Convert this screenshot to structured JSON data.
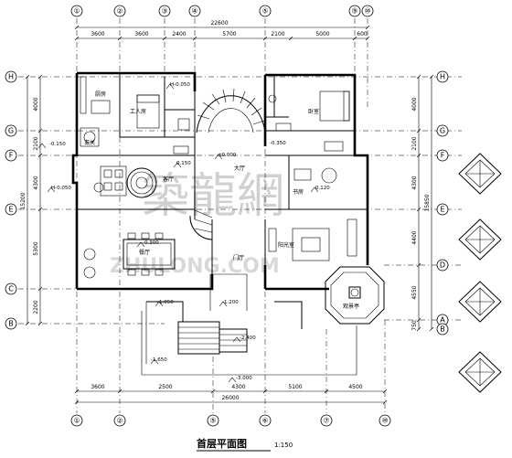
{
  "top_axes": [
    "①",
    "②",
    "③",
    "④",
    "⑤",
    "⑨",
    "⑩"
  ],
  "bottom_axes": [
    "①",
    "②",
    "⑤",
    "⑥",
    "⑦",
    "⑩"
  ],
  "left_axes": [
    "H",
    "G",
    "F",
    "E",
    "C",
    "B"
  ],
  "right_axes": [
    "H",
    "G",
    "F",
    "E",
    "D",
    "A",
    "B"
  ],
  "top_dims": {
    "total": "22600",
    "segments": [
      "3600",
      "3600",
      "2400",
      "5700",
      "2100",
      "5000",
      "600"
    ]
  },
  "bottom_dims": {
    "total": "26000",
    "segments": [
      "3600",
      "2500",
      "4300",
      "5100",
      "4500"
    ]
  },
  "left_dims": {
    "total": "15200",
    "segments": [
      "4000",
      "2100",
      "4300",
      "5300",
      "2200"
    ]
  },
  "right_dims": {
    "total": "15850",
    "segments": [
      "4000",
      "2100",
      "4300",
      "4400",
      "4550",
      "750"
    ]
  },
  "rooms": {
    "kitchen": "厨房",
    "maid": "工人房",
    "hall": "大厅",
    "living": "客厅",
    "bedroom": "卧室",
    "study": "书房",
    "dining": "餐厅",
    "foyer": "门厅",
    "sunroom": "阳光室",
    "gazebo": "观景亭",
    "entry": "玄关"
  },
  "levels": [
    "H-0.050",
    "±0.000",
    "-0.150",
    "H-0.050",
    "-0.300",
    "-1.050",
    "-1.200",
    "-1.650",
    "-2.400",
    "-3.000",
    "0.120",
    "-0.350",
    "0.150"
  ],
  "title": "首层平面图",
  "scale": "1:150",
  "watermark": {
    "chars": "築龍網",
    "latin": "ZHULONG.COM"
  }
}
